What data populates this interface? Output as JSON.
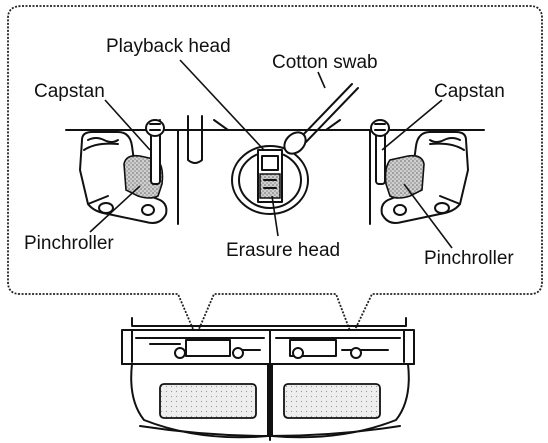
{
  "diagram": {
    "labels": {
      "playback_head": "Playback head",
      "cotton_swab": "Cotton swab",
      "capstan_left": "Capstan",
      "capstan_right": "Capstan",
      "pinchroller_left": "Pinchroller",
      "pinchroller_right": "Pinchroller",
      "erasure_head": "Erasure head"
    }
  }
}
